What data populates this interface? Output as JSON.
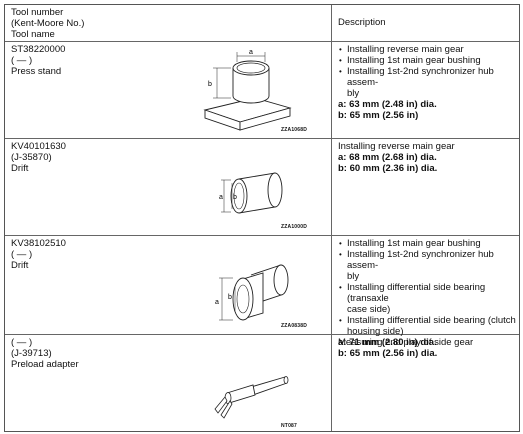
{
  "header": {
    "tool_col": [
      "Tool number",
      "(Kent-Moore No.)",
      "Tool name"
    ],
    "desc_col": "Description"
  },
  "rows": [
    {
      "tool_number": "ST38220000",
      "km_number": "(      —      )",
      "tool_name": "Press stand",
      "bullets": [
        "Installing reverse main gear",
        "Installing 1st main gear bushing",
        "Installing 1st-2nd synchronizer hub assem-",
        "bly"
      ],
      "dims": [
        "a: 63 mm (2.48 in) dia.",
        "b: 65 mm (2.56 in)"
      ],
      "image_code": "ZZA1068D",
      "labels": [
        "a",
        "b"
      ]
    },
    {
      "tool_number": "KV40101630",
      "km_number": "(J-35870)",
      "tool_name": "Drift",
      "plain": "Installing reverse main gear",
      "dims": [
        "a: 68 mm (2.68 in) dia.",
        "b: 60 mm (2.36 in) dia."
      ],
      "image_code": "ZZA1000D",
      "labels": [
        "a",
        "b"
      ]
    },
    {
      "tool_number": "KV38102510",
      "km_number": "(      —      )",
      "tool_name": "Drift",
      "bullets": [
        "Installing 1st main gear bushing",
        "Installing 1st-2nd synchronizer hub assem-",
        "bly",
        "Installing differential side bearing (transaxle",
        "case side)",
        "Installing differential side bearing (clutch",
        "housing side)"
      ],
      "dims": [
        "a: 71 mm (2.80 in) dia.",
        "b: 65 mm (2.56 in) dia."
      ],
      "image_code": "ZZA0838D",
      "labels": [
        "a",
        "b"
      ]
    },
    {
      "tool_number": "(      —      )",
      "km_number": "(J-39713)",
      "tool_name": "Preload adapter",
      "plain": "Measuring end play of side gear",
      "image_code": "NT087"
    }
  ]
}
